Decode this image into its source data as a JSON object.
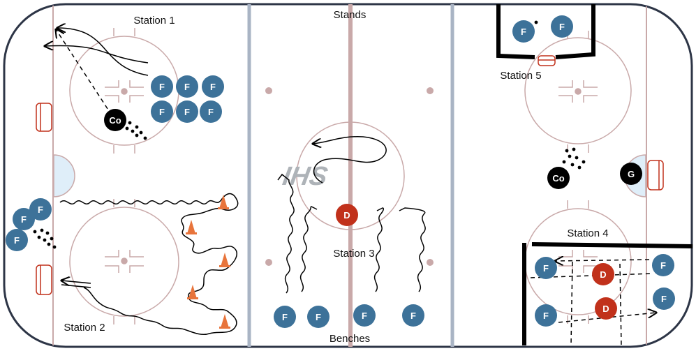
{
  "labels": {
    "station1": "Station 1",
    "station2": "Station 2",
    "station3": "Station 3",
    "station4": "Station 4",
    "station5": "Station 5",
    "stands": "Stands",
    "benches": "Benches",
    "logo": "IHS"
  },
  "markers": {
    "forward": "F",
    "defense": "D",
    "coach": "Co",
    "goalie": "G"
  },
  "colors": {
    "forward": "#3d7299",
    "defense": "#c1311b",
    "coach_goalie": "#000000",
    "cone": "#e8743b",
    "rink_lines": "#c9a9a9",
    "blue_line": "#a9b4c4",
    "center_line": "#c9a9a9",
    "crease": "#dfeef9"
  },
  "icons": {
    "cone": "traffic-cone-icon",
    "net": "hockey-net-icon",
    "puck": "puck-icon"
  }
}
